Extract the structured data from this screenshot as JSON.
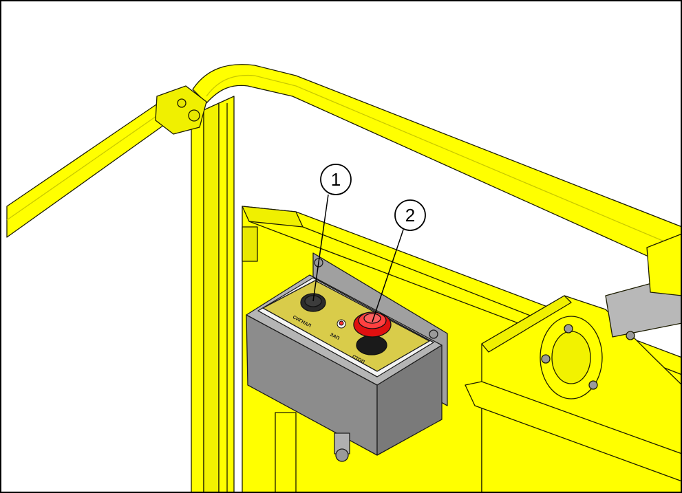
{
  "colors": {
    "frame": "#ffff00",
    "frame_shade": "#e8e800",
    "frame_dark": "#c9c900",
    "outline": "#1c1c00",
    "box": "#8c8c8c",
    "box_dark": "#6e6e6e",
    "box_light": "#a9a9a9",
    "plate": "#d9cc4a",
    "stop_button": "#e01010",
    "signal_button": "#2b2b2b",
    "lamp": "#ff3030",
    "background": "#ffffff",
    "border": "#000000"
  },
  "callouts": [
    {
      "id": "1",
      "label": "1",
      "target": "signal-button"
    },
    {
      "id": "2",
      "label": "2",
      "target": "stop-button"
    }
  ],
  "panel": {
    "signal_label": "СИГНАЛ",
    "lamp_label": "ЗАП",
    "stop_label": "СТОП"
  },
  "icons": {
    "signal_button": "push-button-icon",
    "stop_button": "emergency-stop-icon",
    "lamp": "indicator-lamp-icon"
  }
}
